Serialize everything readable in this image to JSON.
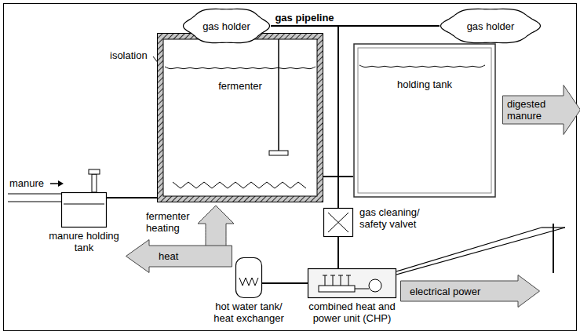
{
  "diagram": {
    "nodes": [
      {
        "text": [
          "gas holder"
        ]
      },
      {
        "text": [
          "gas holder"
        ]
      },
      {
        "text": [
          "fermenter"
        ]
      },
      {
        "text": [
          "holding tank"
        ]
      },
      {
        "text": [
          "manure holding tank"
        ]
      },
      {
        "text": [
          "digested manure"
        ]
      },
      {
        "text": [
          "gas cleaning/ safety valvet"
        ]
      },
      {
        "text": [
          "hot water tank/ heat exchanger"
        ]
      },
      {
        "text": [
          "combined heat and power unit (CHP)"
        ]
      },
      {
        "text": [
          "heat"
        ]
      },
      {
        "text": [
          "electrical power"
        ]
      }
    ],
    "edges": [
      {
        "from": 4,
        "to": 2,
        "arrow": "none"
      },
      {
        "from": 2,
        "to": 3,
        "arrow": "none"
      },
      {
        "from": 0,
        "to": 6,
        "label": "gas pipeline",
        "arrow": "none"
      },
      {
        "from": 1,
        "to": 6,
        "arrow": "none"
      },
      {
        "from": 6,
        "to": 8,
        "arrow": "none"
      },
      {
        "from": 8,
        "to": 7,
        "arrow": "none"
      }
    ],
    "labels": [
      "manure",
      "isolation",
      "fermenter heating"
    ]
  }
}
